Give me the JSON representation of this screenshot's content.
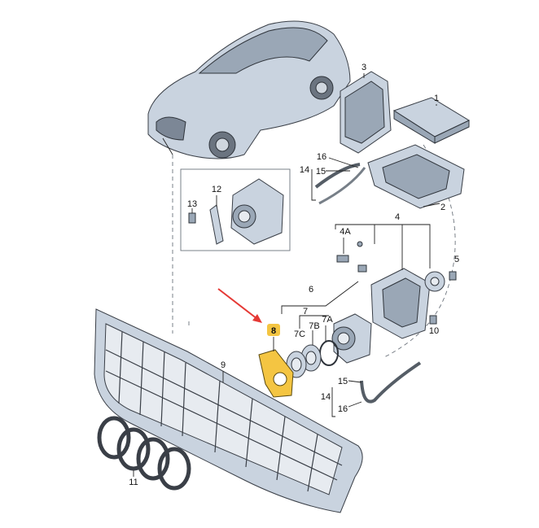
{
  "callouts": {
    "c1": "1",
    "c2": "2",
    "c3": "3",
    "c4a_top": "4",
    "c4A": "4A",
    "c5": "5",
    "c6": "6",
    "c7": "7",
    "c7A": "7A",
    "c7B": "7B",
    "c7C": "7C",
    "c8": "8",
    "c9": "9",
    "c10": "10",
    "c11": "11",
    "c12": "12",
    "c13": "13",
    "c14_top": "14",
    "c15_top": "15",
    "c16_top": "16",
    "c14_bot": "14",
    "c15_bot": "15",
    "c16_bot": "16"
  },
  "colors": {
    "highlight": "#f4c542",
    "arrow": "#e53935",
    "part_fill": "#c9d3df",
    "part_stroke": "#3a3f47"
  }
}
